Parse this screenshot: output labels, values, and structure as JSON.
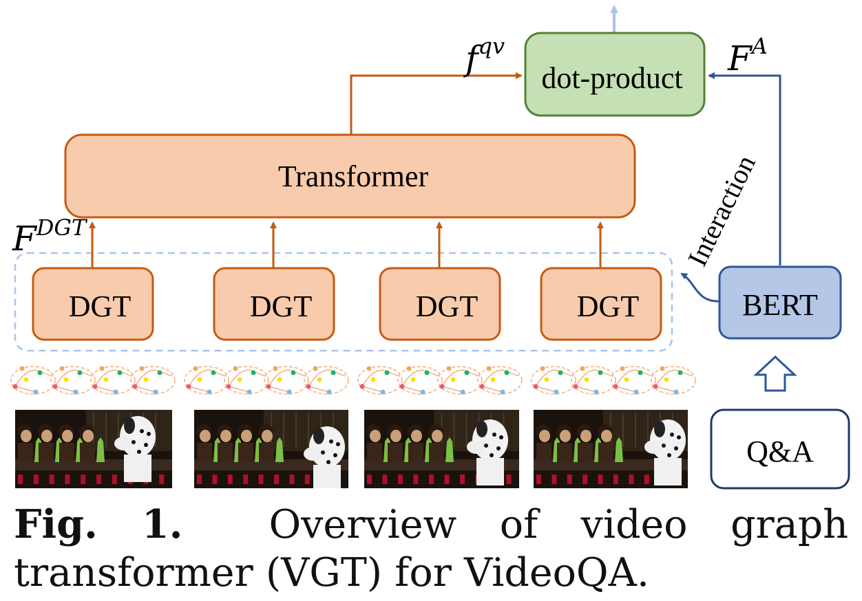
{
  "colors": {
    "orange_fill": "#f8cbad",
    "orange_stroke": "#c55a11",
    "green_fill": "#c5e0b4",
    "green_stroke": "#548235",
    "blue_fill": "#b4c7e7",
    "blue_stroke": "#2f5597",
    "light_arrow": "#a9c4eb",
    "dashed_border": "#a9c4eb"
  },
  "nodes": {
    "dot_product": "dot-product",
    "transformer": "Transformer",
    "dgt": [
      "DGT",
      "DGT",
      "DGT",
      "DGT"
    ],
    "bert": "BERT",
    "qa": "Q&A"
  },
  "labels": {
    "f_qv_base": "f",
    "f_qv_sup": "qv",
    "f_a_base": "F",
    "f_a_sup": "A",
    "f_dgt_base": "F",
    "f_dgt_sup": "DGT",
    "interaction": "Interaction"
  },
  "caption": {
    "label": "Fig. 1.",
    "text": "Overview of video graph transformer (VGT) for VideoQA."
  },
  "icons": {
    "graph_strip": "scene-graph-icon",
    "video_frames": "video-frame-thumbnail"
  }
}
